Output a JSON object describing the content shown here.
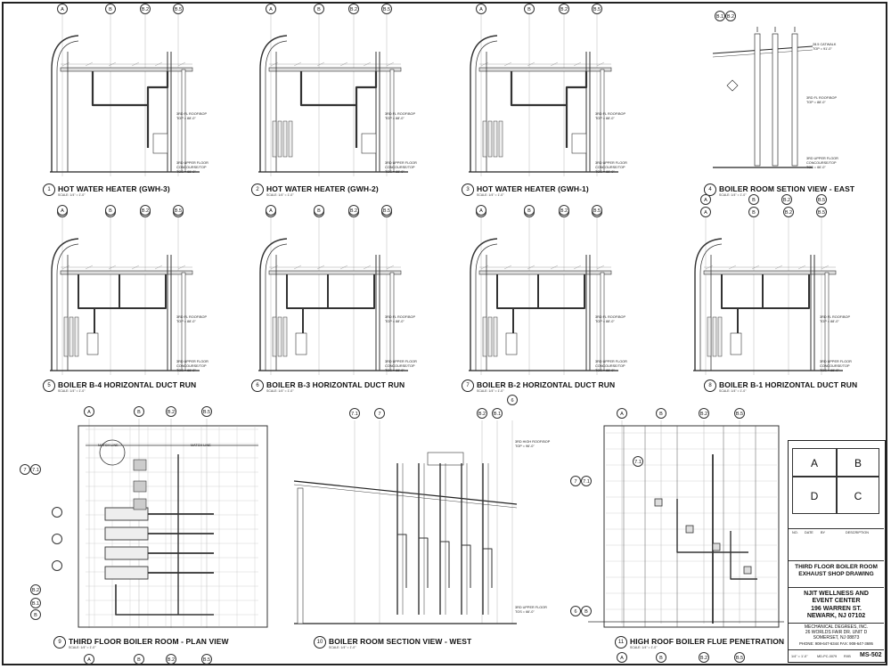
{
  "drawings": [
    {
      "num": "1",
      "title": "HOT WATER HEATER (GWH-3)",
      "scale": "SCALE: 1/4\" = 1'-0\""
    },
    {
      "num": "2",
      "title": "HOT WATER HEATER (GWH-2)",
      "scale": "SCALE: 1/4\" = 1'-0\""
    },
    {
      "num": "3",
      "title": "HOT WATER HEATER (GWH-1)",
      "scale": "SCALE: 1/4\" = 1'-0\""
    },
    {
      "num": "4",
      "title": "BOILER ROOM SETION VIEW - EAST",
      "scale": "SCALE: 1/4\" = 1'-0\""
    },
    {
      "num": "5",
      "title": "BOILER B-4 HORIZONTAL DUCT RUN",
      "scale": "SCALE: 1/4\" = 1'-0\""
    },
    {
      "num": "6",
      "title": "BOILER B-3 HORIZONTAL DUCT RUN",
      "scale": "SCALE: 1/4\" = 1'-0\""
    },
    {
      "num": "7",
      "title": "BOILER B-2 HORIZONTAL DUCT RUN",
      "scale": "SCALE: 1/4\" = 1'-0\""
    },
    {
      "num": "8",
      "title": "BOILER B-1 HORIZONTAL DUCT RUN",
      "scale": "SCALE: 1/4\" = 1'-0\""
    },
    {
      "num": "9",
      "title": "THIRD FLOOR BOILER ROOM - PLAN VIEW",
      "scale": "SCALE: 1/4\" = 1'-0\""
    },
    {
      "num": "10",
      "title": "BOILER ROOM SECTION VIEW - WEST",
      "scale": "SCALE: 1/4\" = 1'-0\""
    },
    {
      "num": "11",
      "title": "HIGH ROOF BOILER FLUE PENETRATION",
      "scale": "SCALE: 1/4\" = 1'-0\""
    }
  ],
  "grid_labels": {
    "row_sections": [
      "A",
      "B",
      "B.2",
      "B.5"
    ],
    "east_section": [
      "A",
      "B",
      "B.2",
      "B.5"
    ],
    "east_top": [
      "B.1",
      "B.2"
    ],
    "plan_left": [
      "7",
      "7.1"
    ],
    "plan_side": [
      "B.2",
      "B.1",
      "B"
    ],
    "west_top": [
      "7.1",
      "7",
      "B.2",
      "B.1",
      "6"
    ],
    "flue_top": [
      "A",
      "B",
      "B.2",
      "B.5"
    ],
    "flue_side": [
      "7",
      "7.1",
      "6",
      "B"
    ],
    "plan_bottom": [
      "A",
      "B",
      "B.2",
      "B.5"
    ]
  },
  "notes": {
    "roof": "3RD FL ROOF/BOP\nTOP = 88'-0\"",
    "floor": "3RD UPPER FLOOR\nCONCOURSE/TOP\nTOS = 66'-0\"",
    "east_tag": "28.5 CATWALK\nTOP = 91'-0\"",
    "match_line": "MATCH LINE",
    "west_roof": "3RD HIGH ROOF/BOP\nTOP = 96'-0\"",
    "west_floor": "3RD UPPER FLOOR\nTOS = 66'-0\""
  },
  "key_plan": {
    "a": "A",
    "b": "B",
    "d": "D",
    "c": "C"
  },
  "revision_headers": {
    "no": "NO.",
    "date": "DATE",
    "by": "BY",
    "desc": "DESCRIPTION"
  },
  "title_block": {
    "sheet_title": "THIRD FLOOR BOILER ROOM EXHAUST SHOP DRAWING",
    "project": "NJIT WELLNESS AND EVENT CENTER",
    "address1": "196 WARREN ST.",
    "address2": "NEWARK, NJ 07102",
    "company": "MECHANICAL DEGREES, INC.",
    "company_addr1": "26 WORLDS FAIR DR. UNIT D",
    "company_addr2": "SOMERSET, NJ 08873",
    "phone": "PHONE: 908-647-6344  FAX: 908-647-3695",
    "scale": "1/4\" = 1'-0\"",
    "job": "MD-PC-0079",
    "drawn": "RXB",
    "sheet_no": "MS-502"
  }
}
